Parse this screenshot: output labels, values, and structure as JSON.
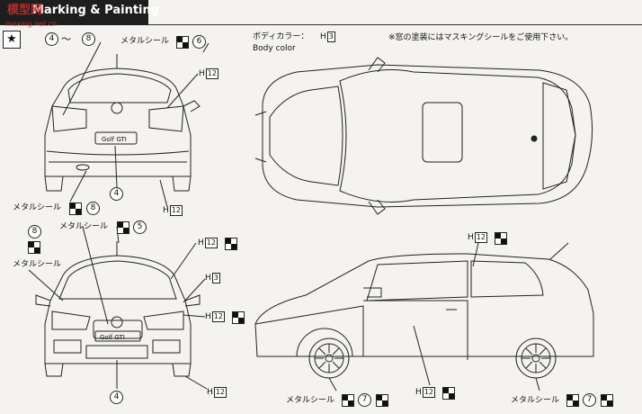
{
  "header": {
    "title": "Marking & Painting"
  },
  "watermark": {
    "main": "模型网",
    "sub": "moxing.net.cn"
  },
  "legend": {
    "from": "4",
    "tilde": "〜",
    "to": "8"
  },
  "body_color": {
    "label_jp": "ボディカラー：",
    "label_en": "Body color",
    "code": "H",
    "num": "3"
  },
  "note": "※窓の塗装にはマスキングシールをご使用下さい。",
  "metal_seal": "メタルシール",
  "nums": {
    "n4": "4",
    "n5": "5",
    "n6": "6",
    "n7": "7",
    "n8": "8"
  },
  "h12": {
    "code": "H",
    "num": "12"
  },
  "h3": {
    "code": "H",
    "num": "3"
  },
  "plate": "Golf GTI"
}
